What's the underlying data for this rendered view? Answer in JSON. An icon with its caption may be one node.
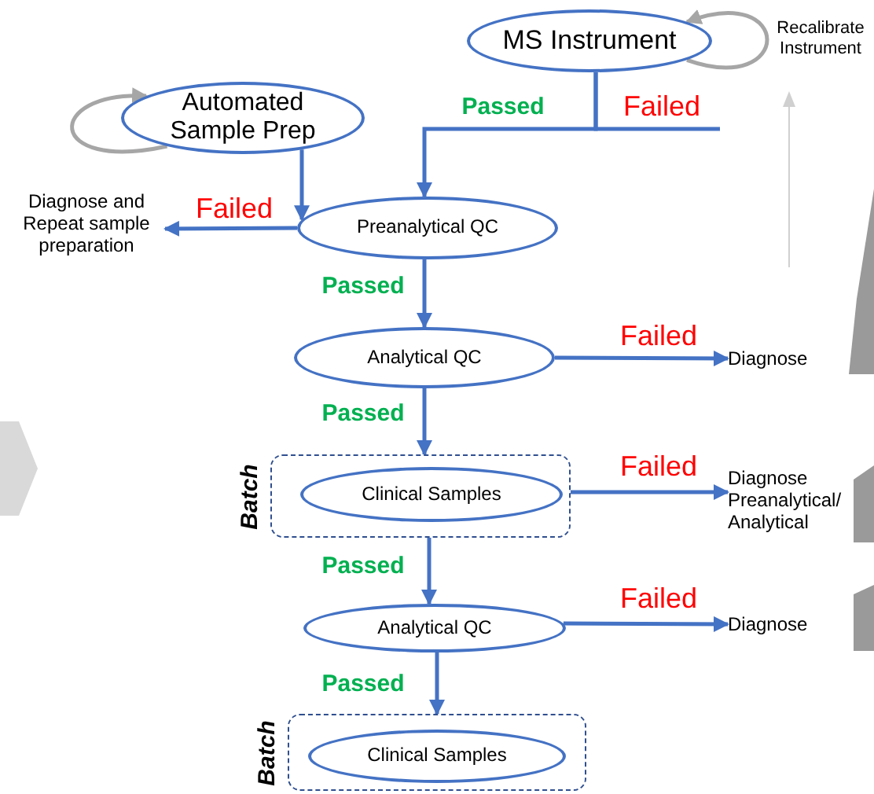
{
  "diagram": {
    "nodes": [
      {
        "text": [
          "MS Instrument"
        ]
      },
      {
        "text": [
          "Automated Sample Prep"
        ]
      },
      {
        "text": [
          "Preanalytical QC"
        ]
      },
      {
        "text": [
          "Diagnose and Repeat sample preparation"
        ]
      },
      {
        "text": [
          "Analytical QC"
        ]
      },
      {
        "text": [
          "Diagnose"
        ]
      },
      {
        "text": [
          "Batch"
        ]
      },
      {
        "text": [
          "Clinical Samples"
        ],
        "in": 6
      },
      {
        "text": [
          "Diagnose Preanalytical/ Analytical"
        ]
      },
      {
        "text": [
          "Analytical QC"
        ]
      },
      {
        "text": [
          "Diagnose"
        ]
      },
      {
        "text": [
          "Batch"
        ]
      },
      {
        "text": [
          "Clinical Samples"
        ],
        "in": 11
      }
    ],
    "edges": [
      {
        "from": 0,
        "to": 2,
        "arrow": "to",
        "label": "Passed"
      },
      {
        "from": 0,
        "to": null,
        "arrow": "none",
        "label": "Failed"
      },
      {
        "from": 1,
        "to": 2,
        "arrow": "to"
      },
      {
        "from": 2,
        "to": 3,
        "arrow": "to",
        "label": "Failed"
      },
      {
        "from": 2,
        "to": 4,
        "arrow": "to",
        "label": "Passed"
      },
      {
        "from": 4,
        "to": 5,
        "arrow": "to",
        "label": "Failed"
      },
      {
        "from": 4,
        "to": 6,
        "arrow": "to",
        "label": "Passed"
      },
      {
        "from": 6,
        "to": 8,
        "arrow": "to",
        "label": "Failed"
      },
      {
        "from": 6,
        "to": 9,
        "arrow": "to",
        "label": "Passed"
      },
      {
        "from": 9,
        "to": 10,
        "arrow": "to",
        "label": "Failed"
      },
      {
        "from": 9,
        "to": 11,
        "arrow": "to",
        "label": "Passed"
      },
      {
        "from": 1,
        "to": 1,
        "arrow": "to",
        "color": "#a6a6a6"
      },
      {
        "from": 0,
        "to": 0,
        "arrow": "to",
        "color": "#a6a6a6"
      }
    ],
    "labels": [
      "Recalibrate Instrument"
    ]
  }
}
